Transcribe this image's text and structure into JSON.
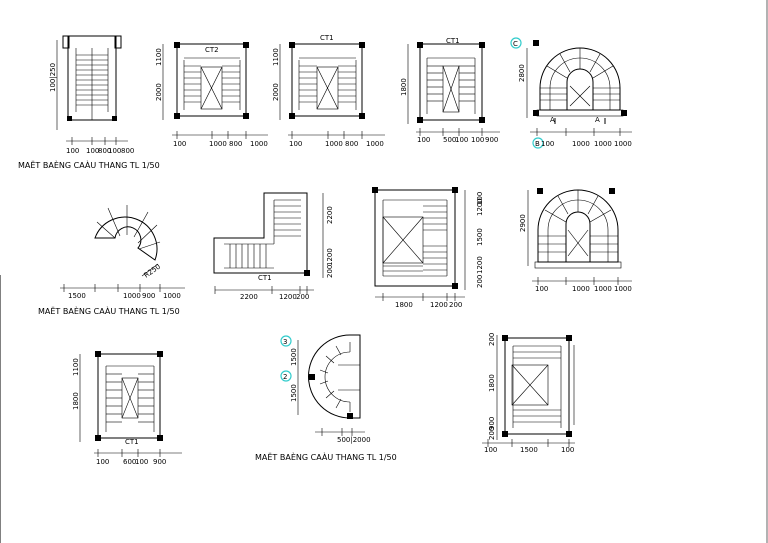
{
  "drawing": {
    "caption_1": "MAËT BAÈNG CAÀU THANG TL 1/50",
    "caption_2": "MAËT BAÈNG CAÀU THANG TL 1/50",
    "caption_3": "MAËT BAÈNG CAÀU THANG TL 1/50",
    "plan_1": {
      "v_dim": "100|250",
      "h_dims": [
        "100",
        "100",
        "800",
        "100",
        "800"
      ]
    },
    "plan_2": {
      "tag": "CT2",
      "v_dims": [
        "1100",
        "2000"
      ],
      "h_dims": [
        "100",
        "1000",
        "800",
        "1000"
      ]
    },
    "plan_3": {
      "tag": "CT1",
      "v_dims": [
        "1100",
        "2000"
      ],
      "h_dims": [
        "100",
        "1000",
        "800",
        "1000"
      ]
    },
    "plan_4": {
      "tag": "CT1",
      "v_dim": "1800",
      "h_dims": [
        "100",
        "500",
        "100",
        "100",
        "900"
      ]
    },
    "plan_5": {
      "marker": "C",
      "marker_b": "B",
      "v_dim": "2800",
      "h_dims": [
        "100",
        "1000",
        "1000",
        "1000"
      ],
      "section": "A"
    },
    "plan_6": {
      "h_dims": [
        "1500",
        "1000",
        "900",
        "1000"
      ],
      "slope": "R250"
    },
    "plan_7": {
      "tag": "CT1",
      "v_dims": [
        "2200",
        "200",
        "1200"
      ],
      "h_dims": [
        "2200",
        "1200",
        "200"
      ]
    },
    "plan_8": {
      "v_dims": [
        "100",
        "1200",
        "1500",
        "1200",
        "200"
      ],
      "h_dims": [
        "1800",
        "1200",
        "200"
      ]
    },
    "plan_9": {
      "v_dim": "2900",
      "h_dims": [
        "100",
        "1000",
        "1000",
        "1000"
      ]
    },
    "plan_10": {
      "tag": "CT1",
      "v_dims": [
        "1100",
        "1800"
      ],
      "h_dims": [
        "100",
        "600",
        "100",
        "900"
      ]
    },
    "plan_11": {
      "marker_top": "3",
      "marker_mid": "2",
      "v_dims": [
        "1500",
        "1500"
      ],
      "h_dim": "500|2000"
    },
    "plan_12": {
      "v_dims": [
        "200",
        "1800",
        "200",
        "900"
      ],
      "h_dims": [
        "100",
        "1500",
        "100"
      ]
    }
  }
}
